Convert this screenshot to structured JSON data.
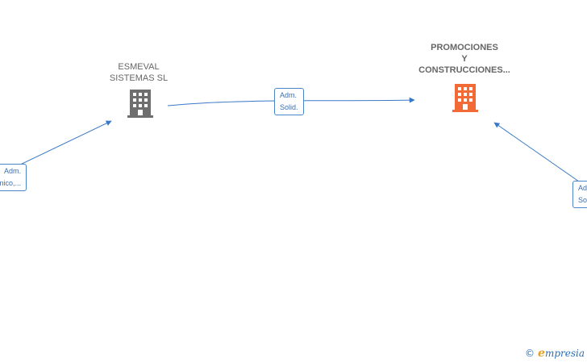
{
  "nodes": {
    "esmeval": {
      "line1": "ESMEVAL",
      "line2": "SISTEMAS SL",
      "color": "#6e6e6e"
    },
    "promociones": {
      "line1": "PROMOCIONES",
      "line2": "Y",
      "line3": "CONSTRUCCIONES...",
      "color": "#f26a35"
    }
  },
  "edges": {
    "a": {
      "line1": "Adm.",
      "line2": "Solid."
    },
    "b": {
      "line1": "Adm.",
      "line2": "Unico,..."
    },
    "c": {
      "line1": "Adm.",
      "line2": "Solid."
    }
  },
  "watermark": {
    "copyright": "©",
    "brand_initial": "e",
    "brand_rest": "mpresia"
  },
  "colors": {
    "edge": "#3a78c8"
  }
}
